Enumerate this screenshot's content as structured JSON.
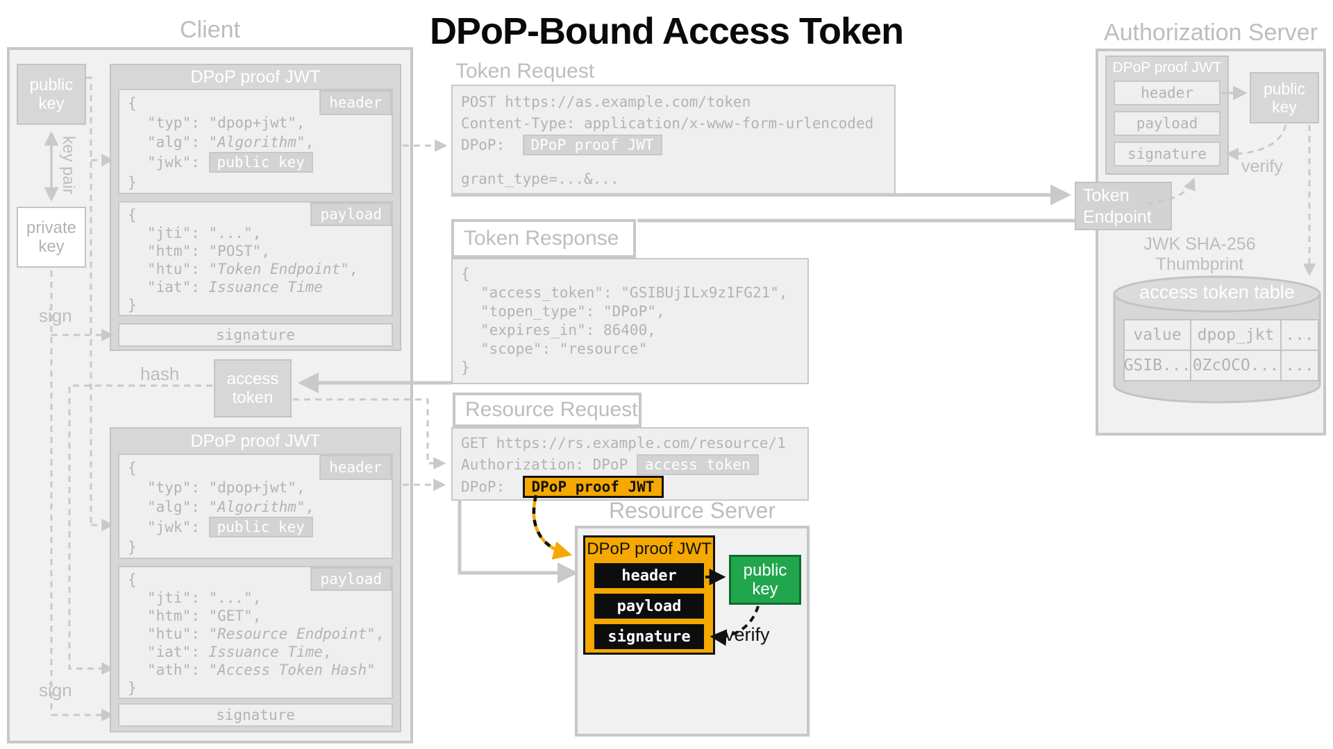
{
  "title": "DPoP-Bound Access Token",
  "client": {
    "label": "Client",
    "public_key_label": "public key",
    "private_key_label": "private key",
    "key_pair_label": "key pair",
    "sign_label": "sign",
    "sign_label2": "sign",
    "hash_label": "hash",
    "access_token_label": "access token",
    "jwt1": {
      "title": "DPoP proof JWT",
      "header_tag": "header",
      "payload_tag": "payload",
      "signature_label": "signature",
      "header": {
        "open": "{",
        "close": "}",
        "typ": "\"typ\": \"dpop+jwt\",",
        "alg_key": "\"alg\": \"",
        "alg_val": "Algorithm",
        "alg_end": "\",",
        "jwk_key": "\"jwk\": ",
        "jwk_badge": "public key"
      },
      "payload": {
        "open": "{",
        "close": "}",
        "jti": "\"jti\": \"...\",",
        "htm": "\"htm\": \"POST\",",
        "htu_key": "\"htu\": \"",
        "htu_val": "Token Endpoint",
        "htu_end": "\",",
        "iat_key": "\"iat\": ",
        "iat_val": "Issuance Time"
      }
    },
    "jwt2": {
      "title": "DPoP proof JWT",
      "header_tag": "header",
      "payload_tag": "payload",
      "signature_label": "signature",
      "header": {
        "open": "{",
        "close": "}",
        "typ": "\"typ\": \"dpop+jwt\",",
        "alg_key": "\"alg\": \"",
        "alg_val": "Algorithm",
        "alg_end": "\",",
        "jwk_key": "\"jwk\": ",
        "jwk_badge": "public key"
      },
      "payload": {
        "open": "{",
        "close": "}",
        "jti": "\"jti\": \"...\",",
        "htm": "\"htm\": \"GET\",",
        "htu_key": "\"htu\": \"",
        "htu_val": "Resource Endpoint",
        "htu_end": "\",",
        "iat_key": "\"iat\": ",
        "iat_val": "Issuance Time",
        "iat_end": ",",
        "ath_key": "\"ath\": \"",
        "ath_val": "Access Token Hash",
        "ath_end": "\""
      }
    }
  },
  "token_request": {
    "label": "Token Request",
    "line_post": "POST https://as.example.com/token",
    "line_content_type": "Content-Type: application/x-www-form-urlencoded",
    "dpop_key": "DPoP:",
    "dpop_badge": "DPoP proof JWT",
    "line_grant": "grant_type=...&..."
  },
  "token_response": {
    "label": "Token Response",
    "open": "{",
    "close": "}",
    "line_access_token": "\"access_token\": \"GSIBUjILx9z1FG21\",",
    "line_token_type": "\"topen_type\": \"DPoP\",",
    "line_expires": "\"expires_in\": 86400,",
    "line_scope": "\"scope\": \"resource\""
  },
  "resource_request": {
    "label": "Resource Request",
    "line_get": "GET https://rs.example.com/resource/1",
    "auth_key": "Authorization: DPoP",
    "access_token_badge": "access token",
    "dpop_key": "DPoP:",
    "dpop_badge": "DPoP proof JWT"
  },
  "resource_server": {
    "label": "Resource Server",
    "jwt_title": "DPoP proof JWT",
    "header": "header",
    "payload": "payload",
    "signature": "signature",
    "public_key_label": "public key",
    "verify_label": "verify"
  },
  "auth_server": {
    "label": "Authorization Server",
    "jwt_title": "DPoP proof JWT",
    "header": "header",
    "payload": "payload",
    "signature": "signature",
    "public_key_label": "public key",
    "verify_label": "verify",
    "token_endpoint_label": "Token Endpoint",
    "thumbprint_label": "JWK SHA-256 Thumbprint",
    "table": {
      "title": "access token table",
      "headers": [
        "value",
        "dpop_jkt",
        "..."
      ],
      "row": [
        "GSIB...",
        "0ZcOCO...",
        "..."
      ]
    }
  },
  "colors": {
    "highlight_orange": "#F5A800",
    "highlight_green": "#21A64E",
    "faded_border": "#C9C9C9",
    "faded_text": "#B3B3B3"
  }
}
